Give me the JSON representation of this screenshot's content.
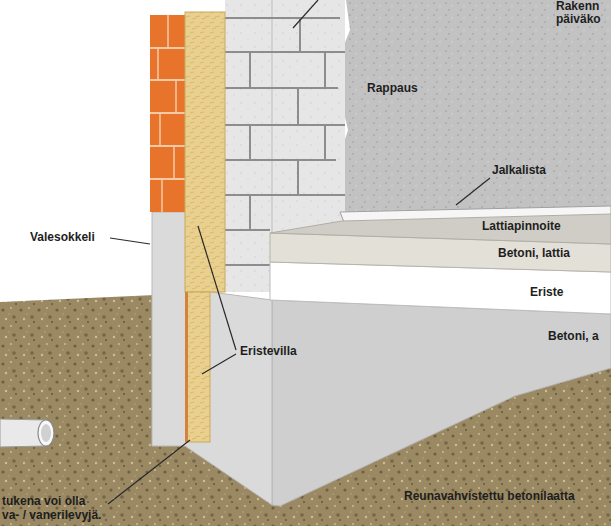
{
  "diagram": {
    "labels": [
      "Rakenn",
      "päiväko",
      "Rappaus",
      "Jalkalista",
      "Lattiapinnoite",
      "Betoni, lattia",
      "Eriste",
      "Betoni, a",
      "Valesokkeli",
      "Eristevilla",
      "tukena voi olla",
      "va- / vanerilevyjä.",
      "Reunavahvistettu betonilaatta"
    ]
  }
}
